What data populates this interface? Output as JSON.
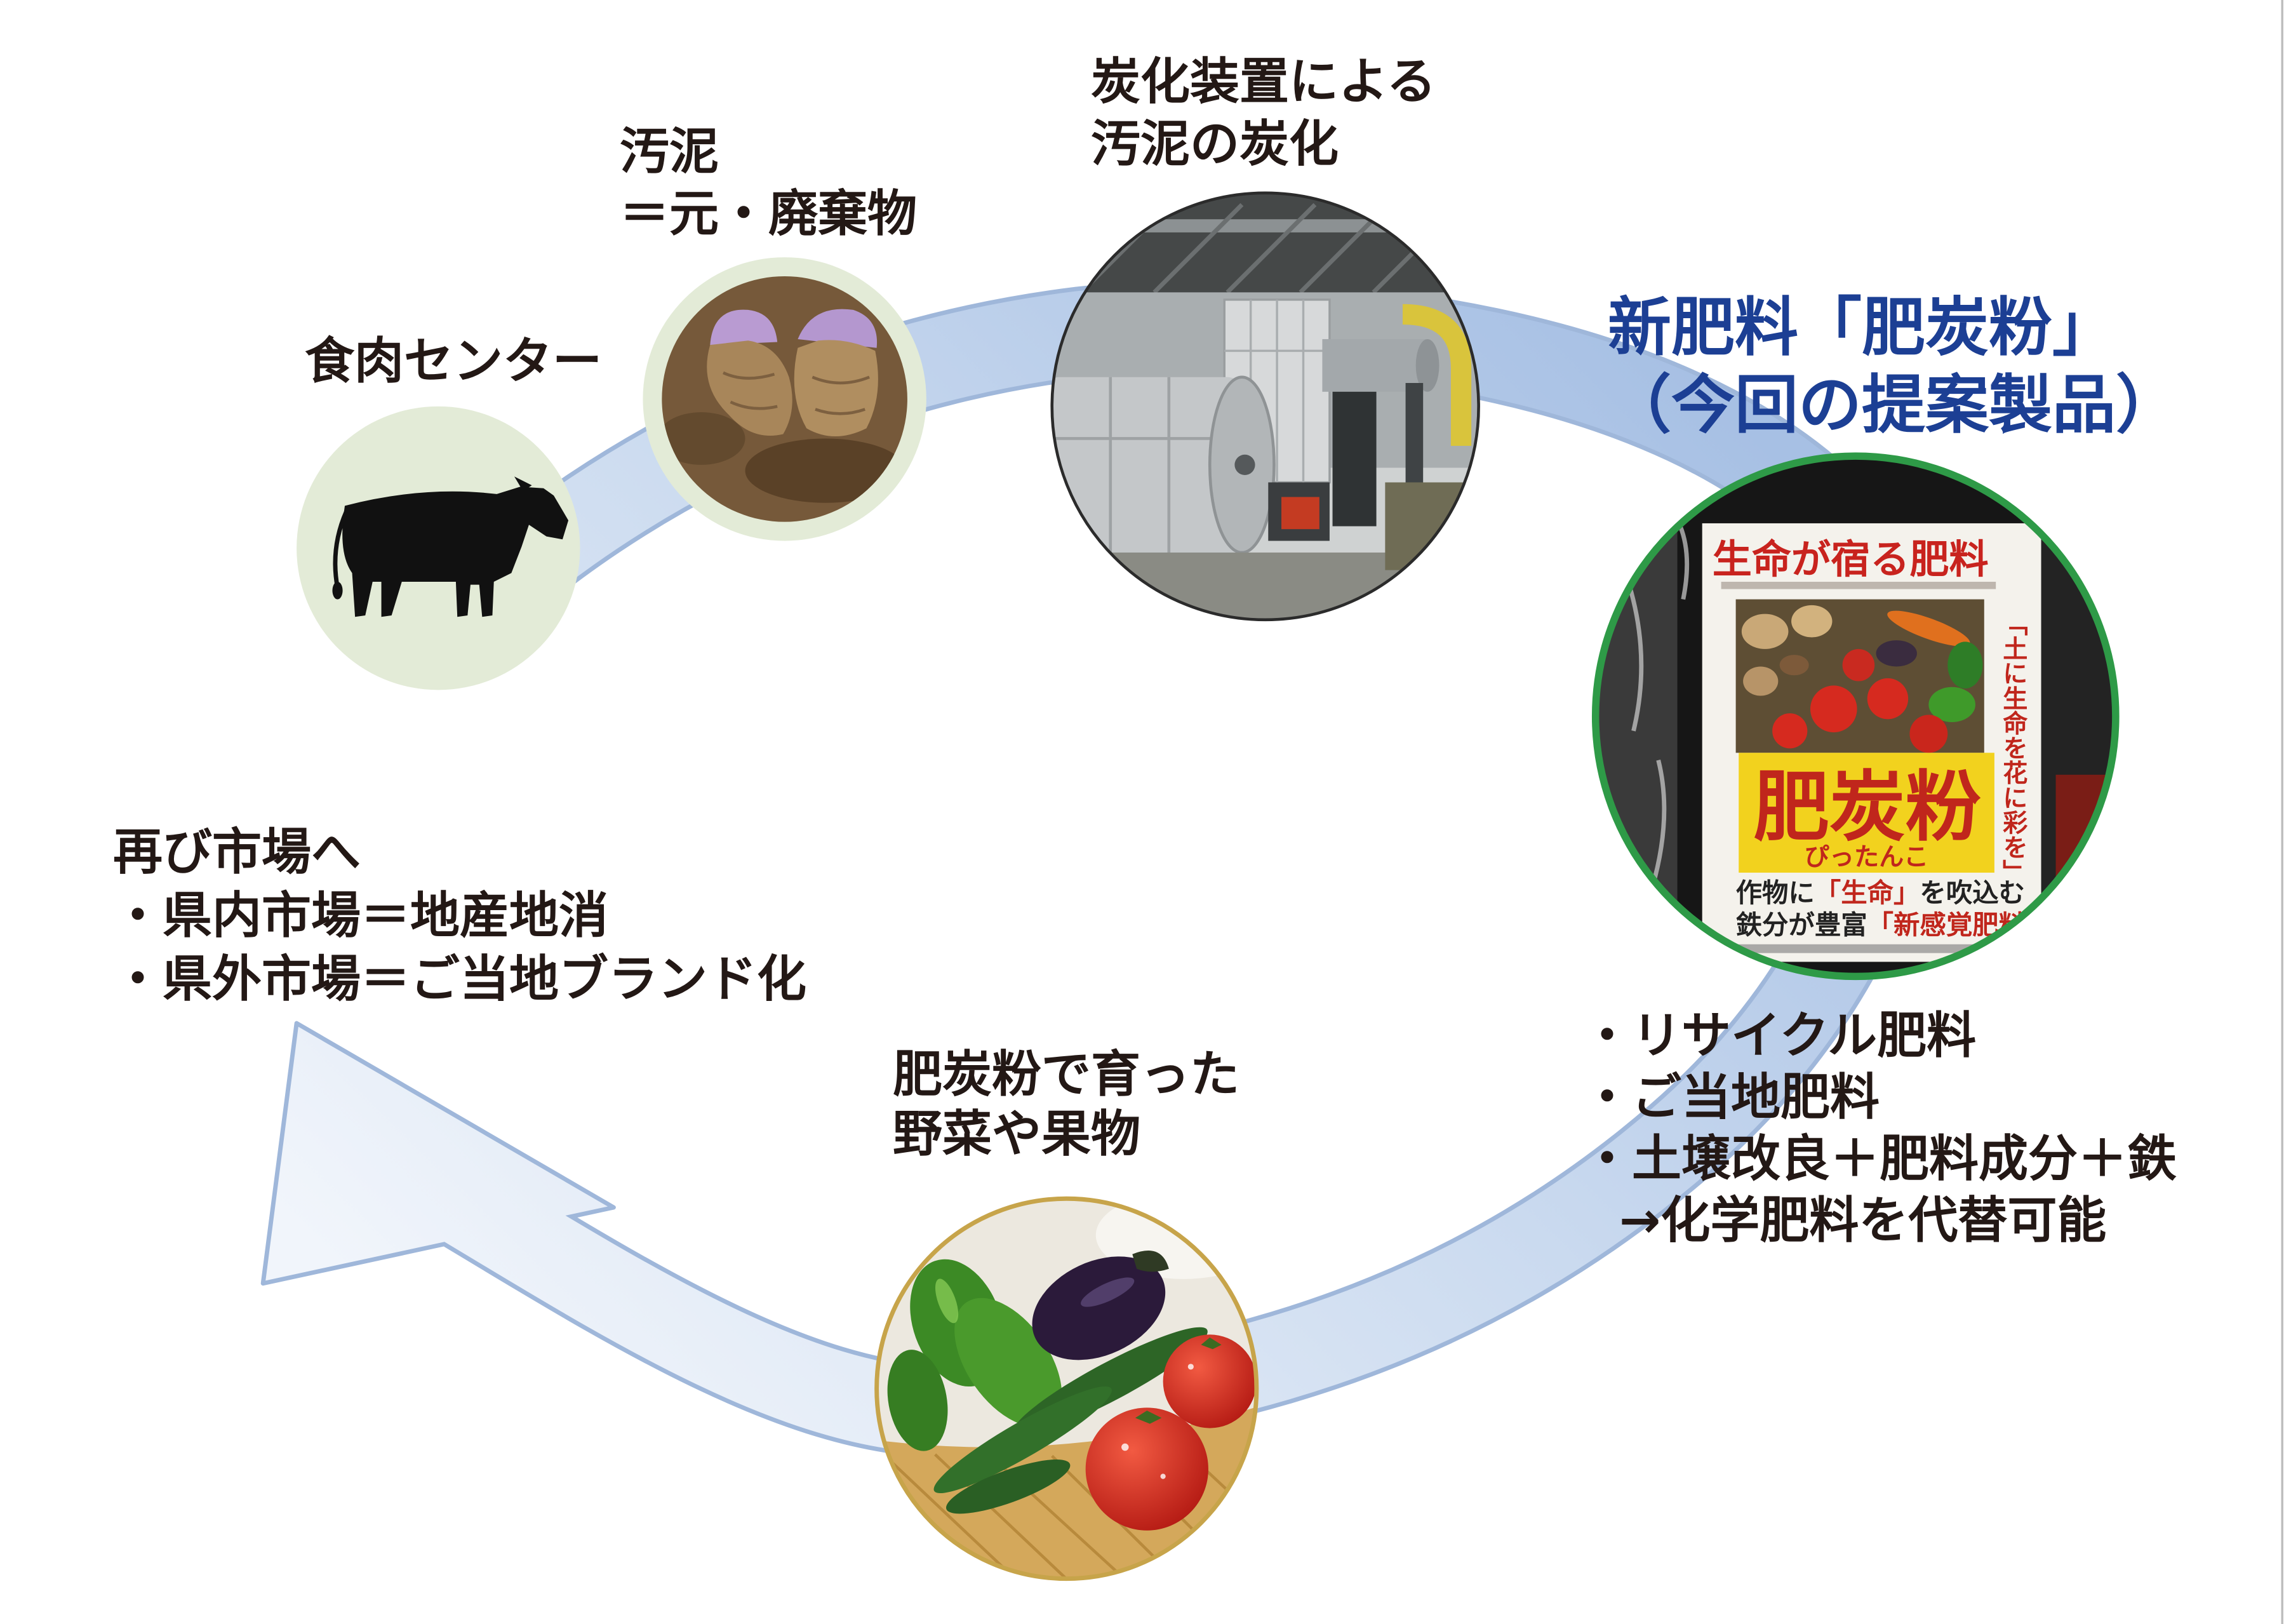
{
  "labels": {
    "carbonization": [
      "炭化装置による",
      "汚泥の炭化"
    ],
    "sludge": [
      "汚泥",
      "＝元・廃棄物"
    ],
    "meat_center": "食肉センター",
    "new_fertilizer": [
      "新肥料「肥炭粉」",
      "（今回の提案製品）"
    ],
    "market": {
      "title": "再び市場へ",
      "items": [
        "・県内市場＝地産地消",
        "・県外市場＝ご当地ブランド化"
      ]
    },
    "vegetables": [
      "肥炭粉で育った",
      "野菜や果物"
    ],
    "features": [
      "・リサイクル肥料",
      "・ご当地肥料",
      "・土壌改良＋肥料成分＋鉄",
      "→化学肥料を代替可能"
    ]
  },
  "product_bag": {
    "headline": "生命が宿る肥料",
    "name": "肥炭粉",
    "reading": "ぴったんこ",
    "slogan_vertical": "「土に生命を花に彩を」",
    "line1": {
      "pre": "作物に",
      "red": "「生命」",
      "post": "を吹込む"
    },
    "line2": {
      "pre": "鉄分が豊富",
      "red": "「新感覚肥料"
    }
  },
  "illustrations": {
    "cow": "cow-silhouette-icon",
    "sludge": "sludge-photo",
    "carbonizer": "carbonization-machine-photo",
    "product": "fertilizer-bag-photo",
    "vegetables": "vegetables-photo",
    "cycle": "cycle-arrow"
  },
  "colors": {
    "title_blue": "#1c3f94",
    "cycle_arrow": "#b7cbe8",
    "product_ring": "#2e9a47",
    "vegetable_ring": "#c7a44a",
    "soft_green": "#e3ebd7"
  }
}
